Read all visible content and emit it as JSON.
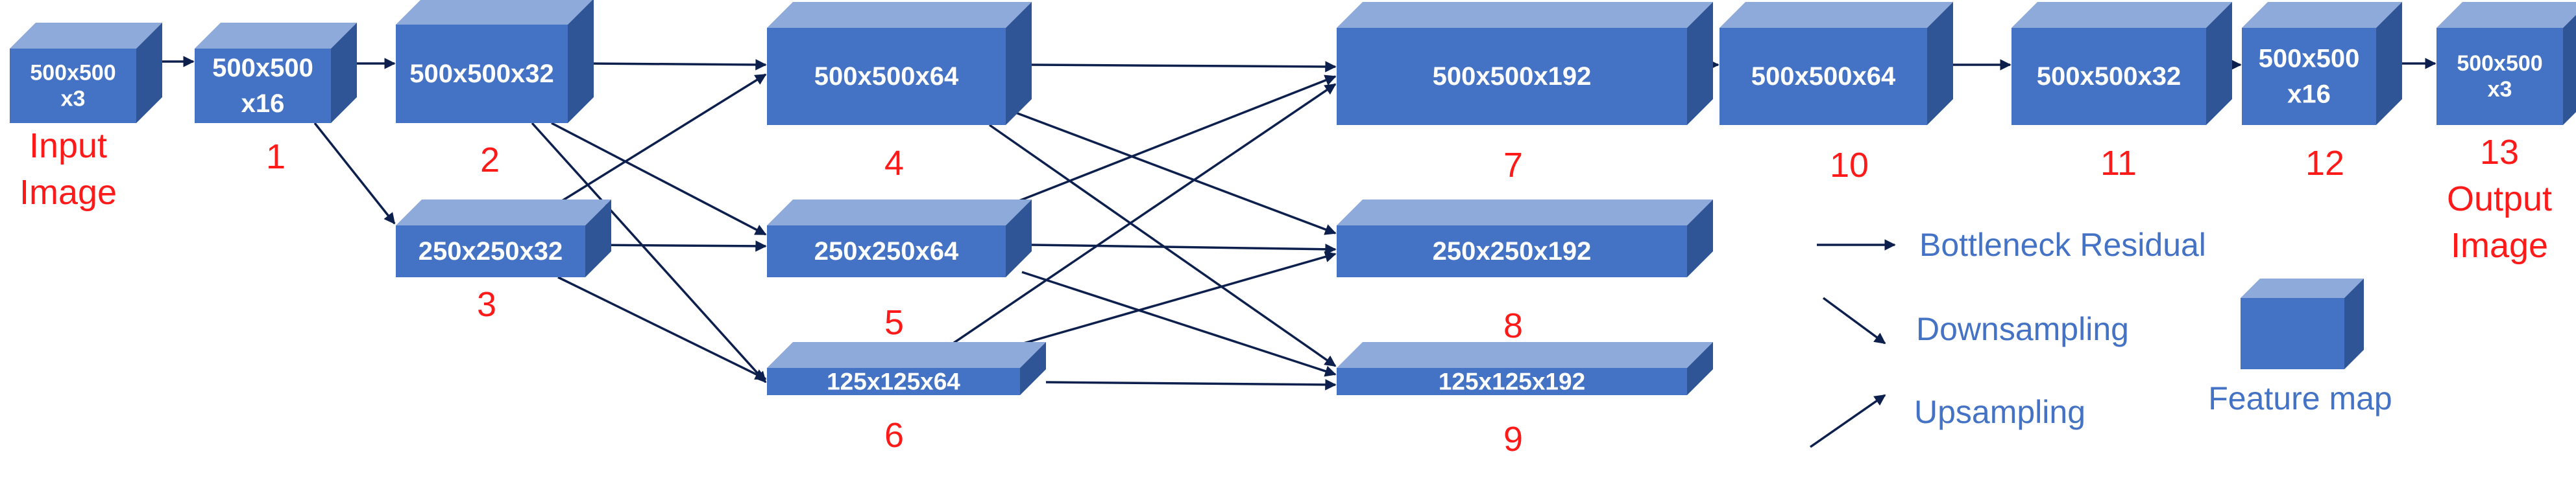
{
  "colors": {
    "face": "#4472c4",
    "top": "#8eaadb",
    "side": "#2f5597",
    "arrow": "#0d1f4d",
    "number": "#ff1a1a",
    "legend_text": "#4472c4"
  },
  "nodes": [
    {
      "id": "n0",
      "label": [
        "500x500",
        "x3"
      ],
      "caption": [
        "Input",
        "Image"
      ]
    },
    {
      "id": "n1",
      "label": [
        "500x500",
        "x16"
      ],
      "caption": [
        "1"
      ]
    },
    {
      "id": "n2",
      "label": [
        "500x500x32"
      ],
      "caption": [
        "2"
      ]
    },
    {
      "id": "n3",
      "label": [
        "250x250x32"
      ],
      "caption": [
        "3"
      ]
    },
    {
      "id": "n4",
      "label": [
        "500x500x64"
      ],
      "caption": [
        "4"
      ]
    },
    {
      "id": "n5",
      "label": [
        "250x250x64"
      ],
      "caption": [
        "5"
      ]
    },
    {
      "id": "n6",
      "label": [
        "125x125x64"
      ],
      "caption": [
        "6"
      ]
    },
    {
      "id": "n7",
      "label": [
        "500x500x192"
      ],
      "caption": [
        "7"
      ]
    },
    {
      "id": "n8",
      "label": [
        "250x250x192"
      ],
      "caption": [
        "8"
      ]
    },
    {
      "id": "n9",
      "label": [
        "125x125x192"
      ],
      "caption": [
        "9"
      ]
    },
    {
      "id": "n10",
      "label": [
        "500x500x64"
      ],
      "caption": [
        "10"
      ]
    },
    {
      "id": "n11",
      "label": [
        "500x500x32"
      ],
      "caption": [
        "11"
      ]
    },
    {
      "id": "n12",
      "label": [
        "500x500",
        "x16"
      ],
      "caption": [
        "12"
      ]
    },
    {
      "id": "n13",
      "label": [
        "500x500",
        "x3"
      ],
      "caption": [
        "13",
        "Output",
        "Image"
      ]
    }
  ],
  "edges": [
    {
      "from": "n0",
      "to": "n1",
      "kind": "bottleneck-residual"
    },
    {
      "from": "n1",
      "to": "n2",
      "kind": "bottleneck-residual"
    },
    {
      "from": "n1",
      "to": "n3",
      "kind": "downsampling"
    },
    {
      "from": "n2",
      "to": "n4",
      "kind": "bottleneck-residual"
    },
    {
      "from": "n2",
      "to": "n5",
      "kind": "downsampling"
    },
    {
      "from": "n2",
      "to": "n6",
      "kind": "downsampling"
    },
    {
      "from": "n3",
      "to": "n4",
      "kind": "upsampling"
    },
    {
      "from": "n3",
      "to": "n5",
      "kind": "bottleneck-residual"
    },
    {
      "from": "n3",
      "to": "n6",
      "kind": "downsampling"
    },
    {
      "from": "n4",
      "to": "n7",
      "kind": "bottleneck-residual"
    },
    {
      "from": "n4",
      "to": "n8",
      "kind": "downsampling"
    },
    {
      "from": "n4",
      "to": "n9",
      "kind": "downsampling"
    },
    {
      "from": "n5",
      "to": "n7",
      "kind": "upsampling"
    },
    {
      "from": "n5",
      "to": "n8",
      "kind": "bottleneck-residual"
    },
    {
      "from": "n5",
      "to": "n9",
      "kind": "downsampling"
    },
    {
      "from": "n6",
      "to": "n7",
      "kind": "upsampling"
    },
    {
      "from": "n6",
      "to": "n8",
      "kind": "upsampling"
    },
    {
      "from": "n6",
      "to": "n9",
      "kind": "bottleneck-residual"
    },
    {
      "from": "n7",
      "to": "n10",
      "kind": "bottleneck-residual"
    },
    {
      "from": "n10",
      "to": "n11",
      "kind": "bottleneck-residual"
    },
    {
      "from": "n11",
      "to": "n12",
      "kind": "bottleneck-residual"
    },
    {
      "from": "n12",
      "to": "n13",
      "kind": "bottleneck-residual"
    }
  ],
  "legend": {
    "bottleneck_residual": "Bottleneck Residual",
    "downsampling": "Downsampling",
    "upsampling": "Upsampling",
    "feature_map": "Feature map"
  }
}
